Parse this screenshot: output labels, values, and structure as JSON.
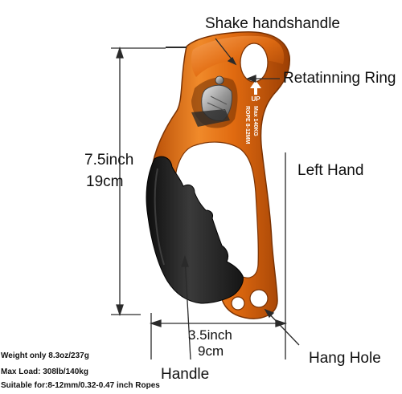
{
  "labels": {
    "shake_handshandle": "Shake handshandle",
    "retaining_ring": "Retatinning Ring",
    "left_hand": "Left Hand",
    "height_in": "7.5inch",
    "height_cm": "19cm",
    "width_in": "3.5inch",
    "width_cm": "9cm",
    "hang_hole": "Hang Hole",
    "handle": "Handle"
  },
  "device_markings": {
    "up": "UP",
    "max_load": "Max 140KG",
    "rope": "ROPE 8-12MM"
  },
  "specs": {
    "weight": "Weight only 8.3oz/237g",
    "max_load": "Max Load: 308lb/140kg",
    "suitable": "Suitable for:8-12mm/0.32-0.47 inch Ropes"
  },
  "colors": {
    "body_orange": "#e06a10",
    "body_highlight": "#f39a45",
    "body_shadow": "#a94505",
    "grip_black": "#1c1c1c",
    "steel": "#a9a9a9",
    "line": "#2a2a2a"
  }
}
